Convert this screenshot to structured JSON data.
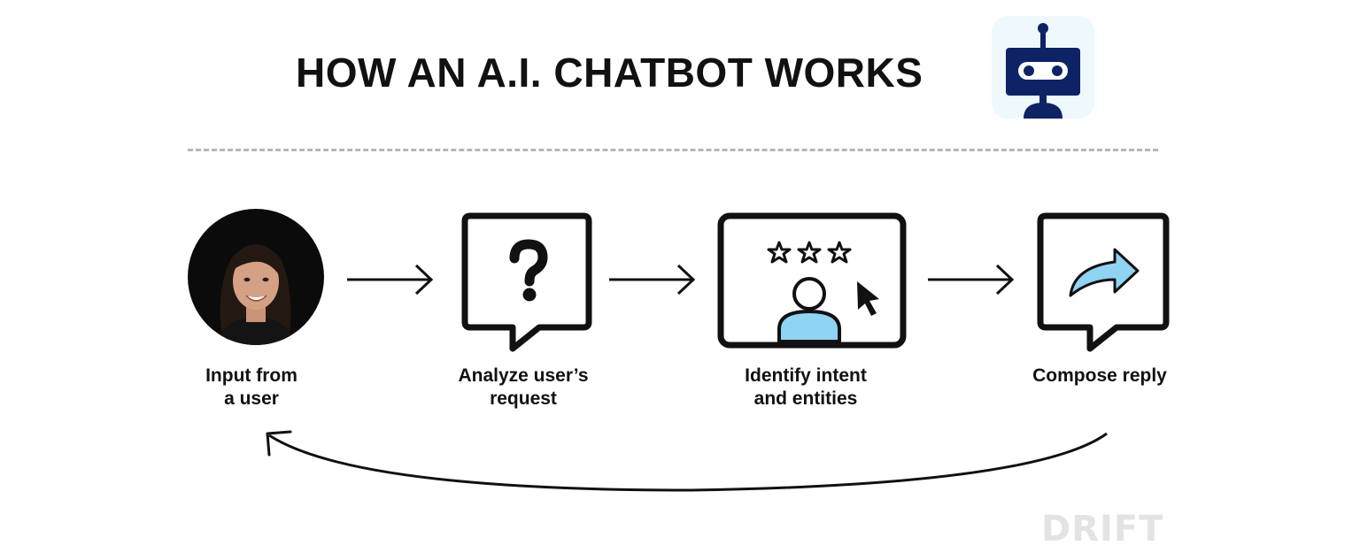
{
  "header": {
    "title": "HOW AN A.I. CHATBOT WORKS",
    "robot_icon": "robot-icon",
    "accent_color": "#0d2366",
    "badge_bg": "#eef8fd"
  },
  "steps": [
    {
      "line1": "Input from",
      "line2": "a user",
      "icon": "user-photo"
    },
    {
      "line1": "Analyze user’s",
      "line2": "request",
      "icon": "question-speech-bubble-icon"
    },
    {
      "line1": "Identify intent",
      "line2": "and entities",
      "icon": "screen-with-stars-person-cursor-icon"
    },
    {
      "line1": "Compose reply",
      "line2": "",
      "icon": "reply-speech-bubble-icon"
    }
  ],
  "colors": {
    "icon_fill_blue": "#8fd4f2",
    "stroke": "#111111",
    "divider": "#b7b7b7",
    "logo": "#e3e3e3"
  },
  "logo": {
    "text": "DRIFT"
  }
}
